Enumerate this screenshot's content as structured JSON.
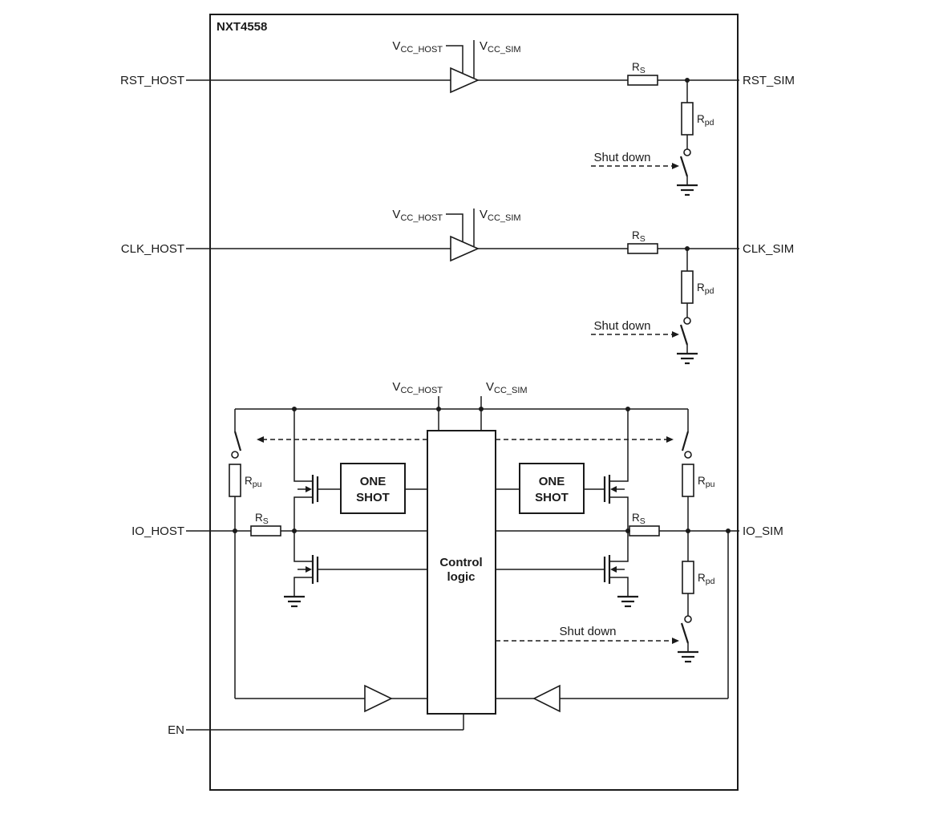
{
  "chip": {
    "title": "NXT4558"
  },
  "pins": {
    "rst_host": "RST_HOST",
    "rst_sim": "RST_SIM",
    "clk_host": "CLK_HOST",
    "clk_sim": "CLK_SIM",
    "io_host": "IO_HOST",
    "io_sim": "IO_SIM",
    "en": "EN"
  },
  "supplies": {
    "v": "V",
    "host": "CC_HOST",
    "sim": "CC_SIM"
  },
  "resistors": {
    "r": "R",
    "s": "S",
    "pd": "pd",
    "pu": "pu"
  },
  "blocks": {
    "one_shot_1": "ONE",
    "one_shot_2": "SHOT",
    "control_1": "Control",
    "control_2": "logic"
  },
  "annotations": {
    "shut_down": "Shut down"
  },
  "colors": {
    "line": "#1a1a1a",
    "background": "#ffffff"
  }
}
